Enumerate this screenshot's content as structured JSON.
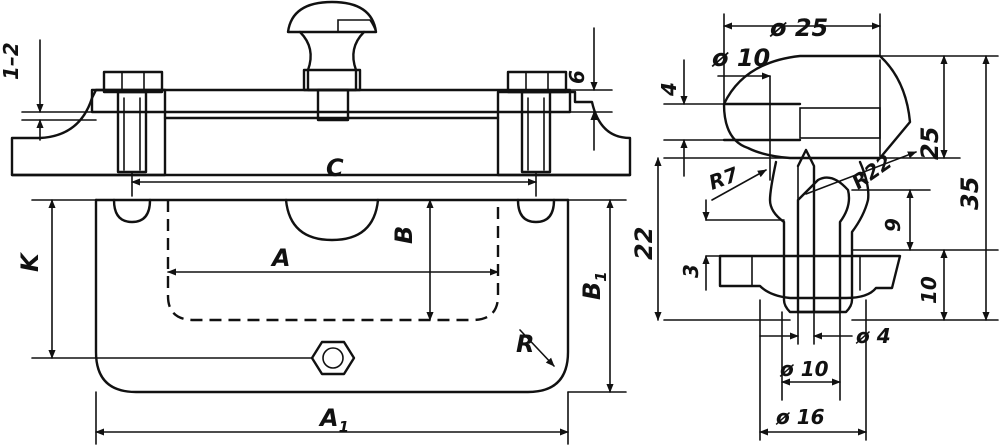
{
  "drawing": {
    "front_view": {
      "dims": {
        "gap": "1–2",
        "top_thk": "6",
        "C": "C",
        "A": "A",
        "B": "B",
        "K": "K",
        "B1": "B",
        "B1_sub": "1",
        "R": "R",
        "A1": "A",
        "A1_sub": "1"
      }
    },
    "knob_view": {
      "dims": {
        "d25": "ø 25",
        "d10_top": "ø 10",
        "h4": "4",
        "h25": "25",
        "h35": "35",
        "r7": "R7",
        "r22": "R22",
        "h22": "22",
        "h9": "9",
        "h3": "3",
        "h10": "10",
        "d4": "ø 4",
        "d10_bot": "ø 10",
        "d16": "ø 16"
      }
    }
  }
}
